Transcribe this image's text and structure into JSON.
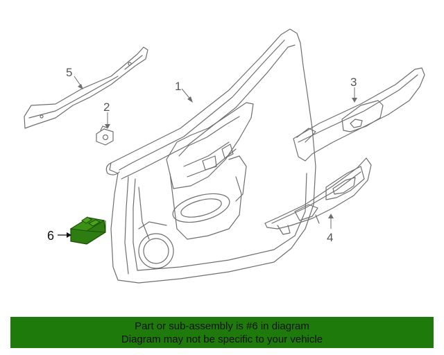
{
  "diagram": {
    "callouts": {
      "part1": "1",
      "part2": "2",
      "part3": "3",
      "part4": "4",
      "part5": "5",
      "part6": "6"
    },
    "colors": {
      "line": "#6e6e6e",
      "highlight_fill": "#2e7d10",
      "highlight_stroke": "#1a4d06"
    }
  },
  "banner": {
    "line1": "Part or sub-assembly is #6 in diagram",
    "line2": "Diagram may not be specific to your vehicle",
    "background": "#1f7a0c"
  }
}
